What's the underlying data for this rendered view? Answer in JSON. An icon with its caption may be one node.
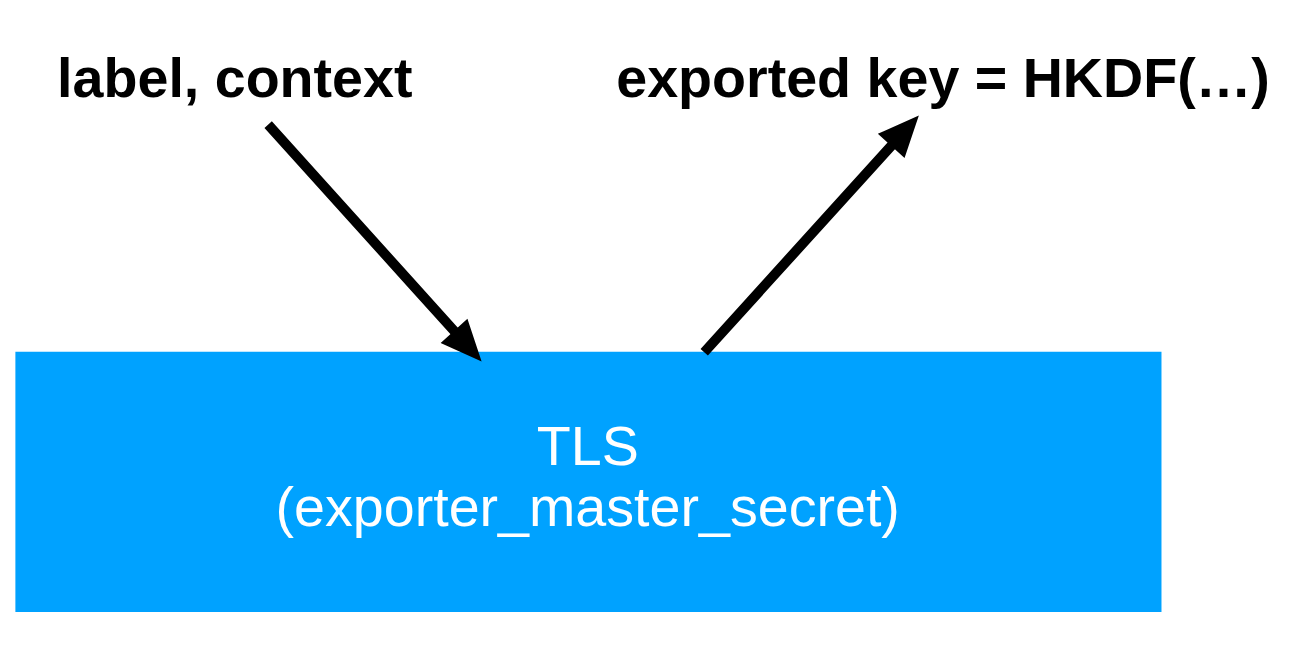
{
  "diagram": {
    "nodes": [
      {
        "text": [
          "label, context"
        ]
      },
      {
        "text": [
          "exported key = HKDF(…)"
        ]
      },
      {
        "text": [
          "TLS",
          "(exporter_master_secret)"
        ]
      }
    ],
    "edges": [
      {
        "from": 0,
        "to": 2,
        "arrow": "to"
      },
      {
        "from": 2,
        "to": 1,
        "arrow": "to"
      }
    ]
  }
}
